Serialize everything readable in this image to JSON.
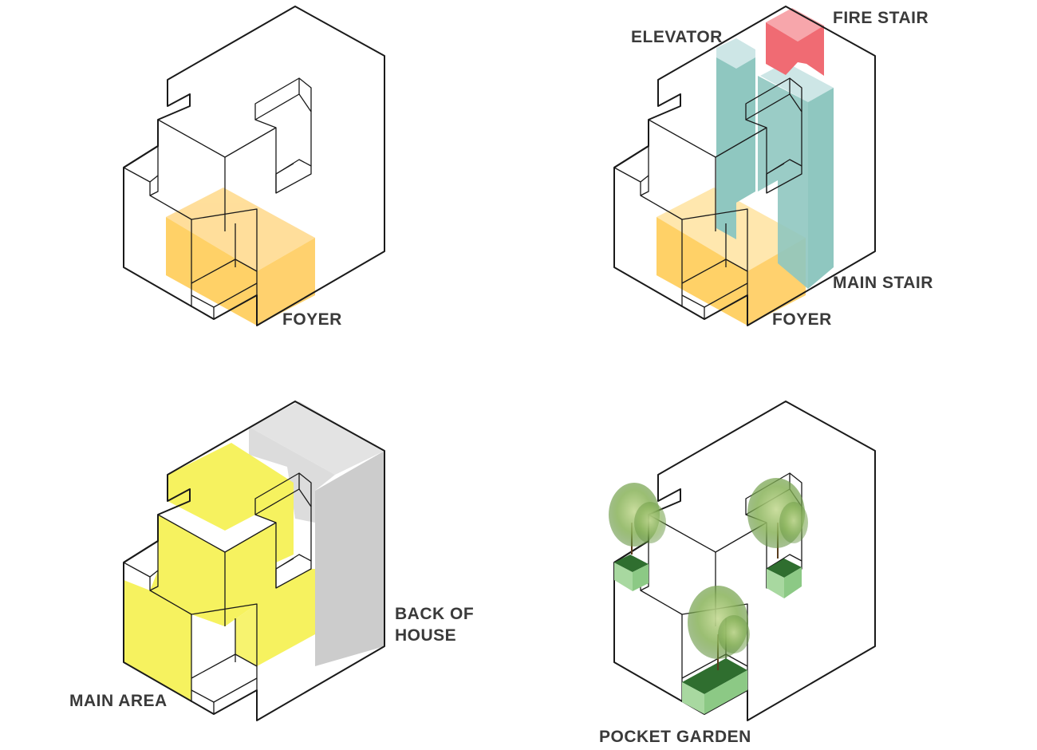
{
  "labels": {
    "foyer_a": "FOYER",
    "elevator": "ELEVATOR",
    "fire_stair": "FIRE STAIR",
    "main_stair": "MAIN STAIR",
    "foyer_b": "FOYER",
    "back_of_house_1": "BACK OF",
    "back_of_house_2": "HOUSE",
    "main_area": "MAIN AREA",
    "pocket_garden": "POCKET GARDEN"
  },
  "colors": {
    "foyer": "#ffc94d",
    "elevator": "#8fc7c0",
    "fire_stair": "#f06b73",
    "main_area": "#f6f25f",
    "back_of_house": "#cccccc",
    "garden": "#2f6e2f",
    "tree": "#7fae52"
  }
}
